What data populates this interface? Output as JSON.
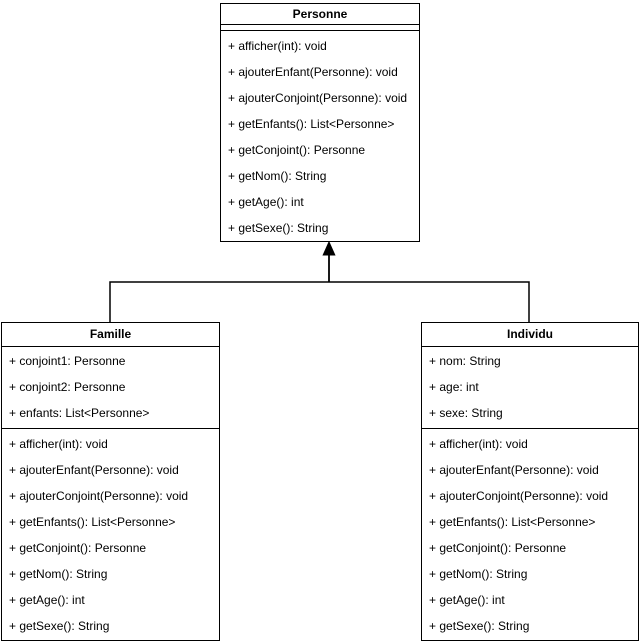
{
  "diagram": {
    "kind": "uml-class-diagram",
    "colors": {
      "stroke": "#000000",
      "fill": "#ffffff",
      "text": "#000000"
    },
    "classes": [
      {
        "id": "personne",
        "name": "Personne",
        "attributes": [],
        "methods": [
          "+ afficher(int): void",
          "+ ajouterEnfant(Personne): void",
          "+ ajouterConjoint(Personne): void",
          "+ getEnfants(): List<Personne>",
          "+ getConjoint(): Personne",
          "+ getNom(): String",
          "+ getAge(): int",
          "+ getSexe(): String"
        ]
      },
      {
        "id": "famille",
        "name": "Famille",
        "attributes": [
          "+ conjoint1: Personne",
          "+ conjoint2: Personne",
          "+ enfants: List<Personne>"
        ],
        "methods": [
          "+ afficher(int): void",
          "+ ajouterEnfant(Personne): void",
          "+ ajouterConjoint(Personne): void",
          "+ getEnfants(): List<Personne>",
          "+ getConjoint(): Personne",
          "+ getNom(): String",
          "+ getAge(): int",
          "+ getSexe(): String"
        ]
      },
      {
        "id": "individu",
        "name": "Individu",
        "attributes": [
          "+ nom: String",
          "+ age: int",
          "+ sexe: String"
        ],
        "methods": [
          "+ afficher(int): void",
          "+ ajouterEnfant(Personne): void",
          "+ ajouterConjoint(Personne): void",
          "+ getEnfants(): List<Personne>",
          "+ getConjoint(): Personne",
          "+ getNom(): String",
          "+ getAge(): int",
          "+ getSexe(): String"
        ]
      }
    ],
    "relations": [
      {
        "type": "inheritance",
        "from": "Famille",
        "to": "Personne"
      },
      {
        "type": "inheritance",
        "from": "Individu",
        "to": "Personne"
      }
    ]
  }
}
